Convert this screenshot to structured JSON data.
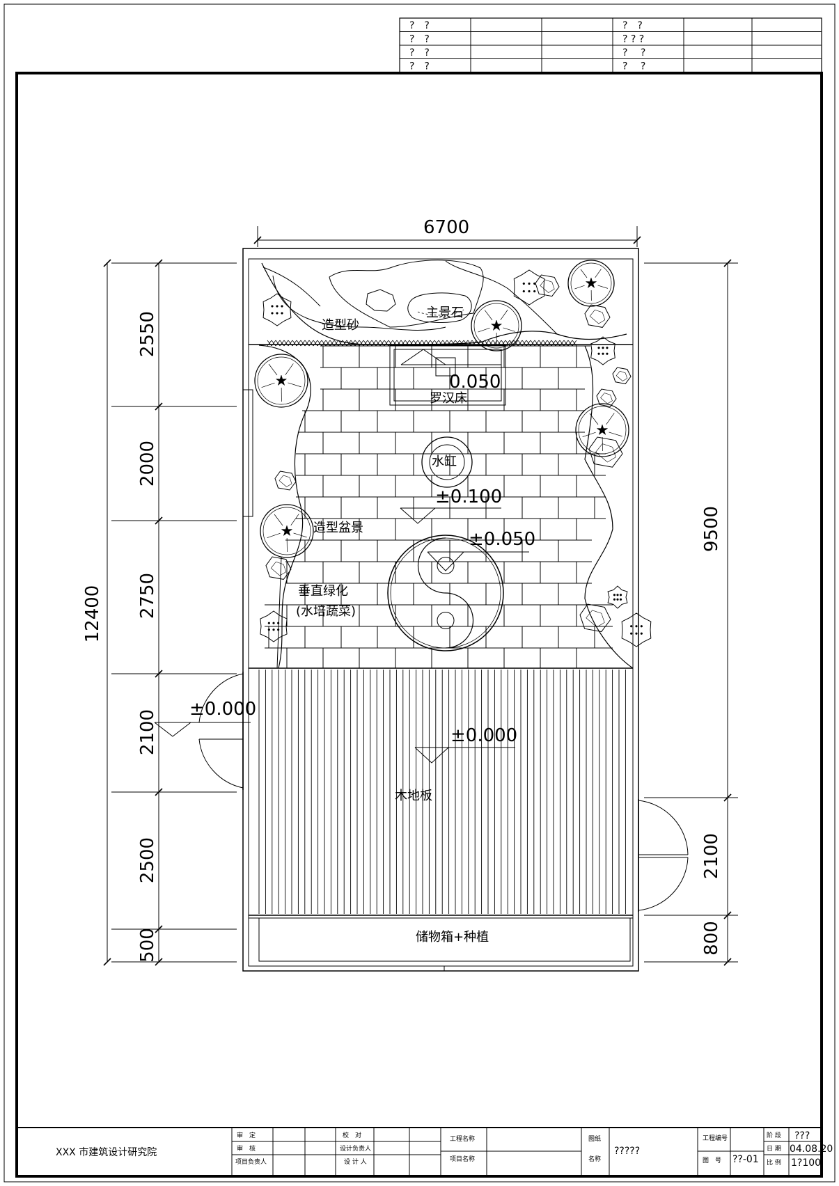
{
  "stamp_table": {
    "rows": [
      [
        "?　?",
        "",
        "",
        "?　?",
        "",
        ""
      ],
      [
        "?　?",
        "",
        "",
        "? ? ?",
        "",
        ""
      ],
      [
        "?　?",
        "",
        "",
        "?　 ?",
        "",
        ""
      ],
      [
        "?　?",
        "",
        "",
        "?　 ?",
        "",
        ""
      ]
    ]
  },
  "plan": {
    "dimensions": {
      "top_width": "6700",
      "left_overall": "12400",
      "left_segments": [
        "2550",
        "2000",
        "2750",
        "2100",
        "2500",
        "500"
      ],
      "right_segments": [
        "9500",
        "2100",
        "800"
      ]
    },
    "labels": {
      "main_rock": "主景石",
      "shaped_sand": "造型砂",
      "daybed": "罗汉床",
      "water_jar": "水缸",
      "bonsai": "造型盆景",
      "vertical_green": "垂直绿化",
      "hydroponic": "(水培蔬菜)",
      "wood_floor": "木地板",
      "storage": "储物箱+种植"
    },
    "levels": {
      "daybed": "0.050",
      "jar": "±0.100",
      "taiji": "±0.050",
      "door_left": "±0.000",
      "deck": "±0.000"
    }
  },
  "title_block": {
    "institute": "XXX 市建筑设计研究院",
    "approve": "审　定",
    "review": "审　核",
    "project_lead": "项目负责人",
    "check": "校　对",
    "design_lead": "设计负责人",
    "designer": "设 计 人",
    "project_name": "工程名称",
    "item_name": "项目名称",
    "drawing_label_1": "图纸",
    "drawing_label_2": "名称",
    "drawing_title": "?????",
    "project_no": "工程编号",
    "drawing_no_label": "图　号",
    "drawing_no": "??-01",
    "stage_label": "阶 段",
    "stage": "???",
    "date_label": "日 期",
    "date": "04.08.20",
    "scale_label": "比 例",
    "scale": "1?100"
  }
}
